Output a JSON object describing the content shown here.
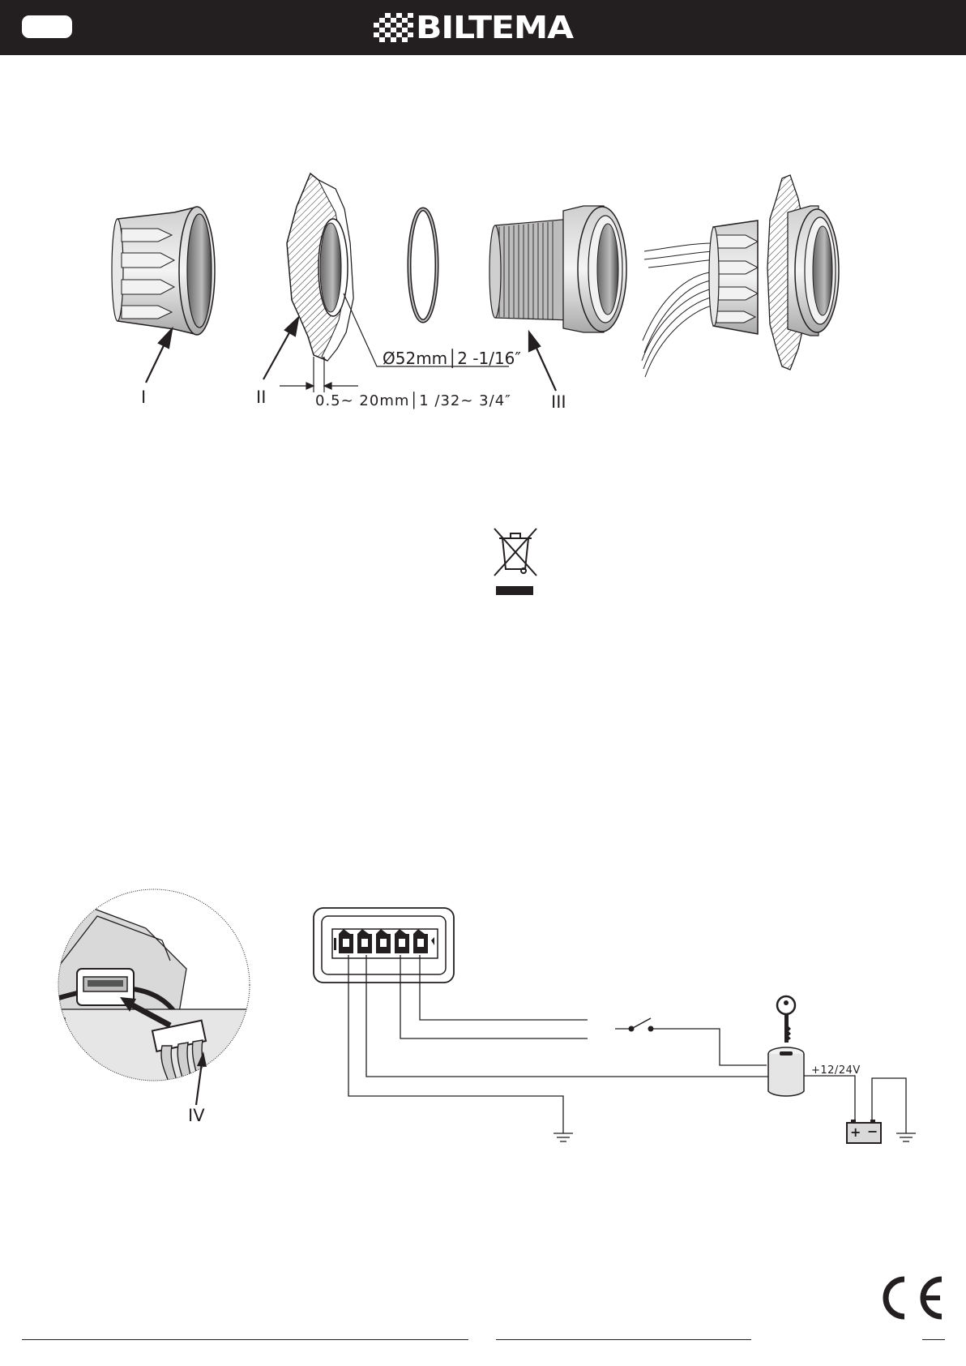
{
  "header": {
    "brand": "BILTEMA"
  },
  "mounting": {
    "part_labels": [
      "I",
      "II",
      "III"
    ],
    "diameter_label": "Ø52mm│2 -1/16″",
    "thickness_label": "0.5~ 20mm│1 /32~ 3/4″"
  },
  "connection": {
    "part_label": "IV",
    "voltage_label": "+12/24V",
    "battery_plus": "+",
    "battery_minus": "−"
  },
  "icons": [
    "weee-crossed-bin-icon",
    "ce-mark-icon",
    "ignition-key-icon",
    "ground-symbol-icon",
    "battery-icon",
    "switch-icon"
  ],
  "colors": {
    "header_bg": "#231f20",
    "line": "#231f20"
  }
}
